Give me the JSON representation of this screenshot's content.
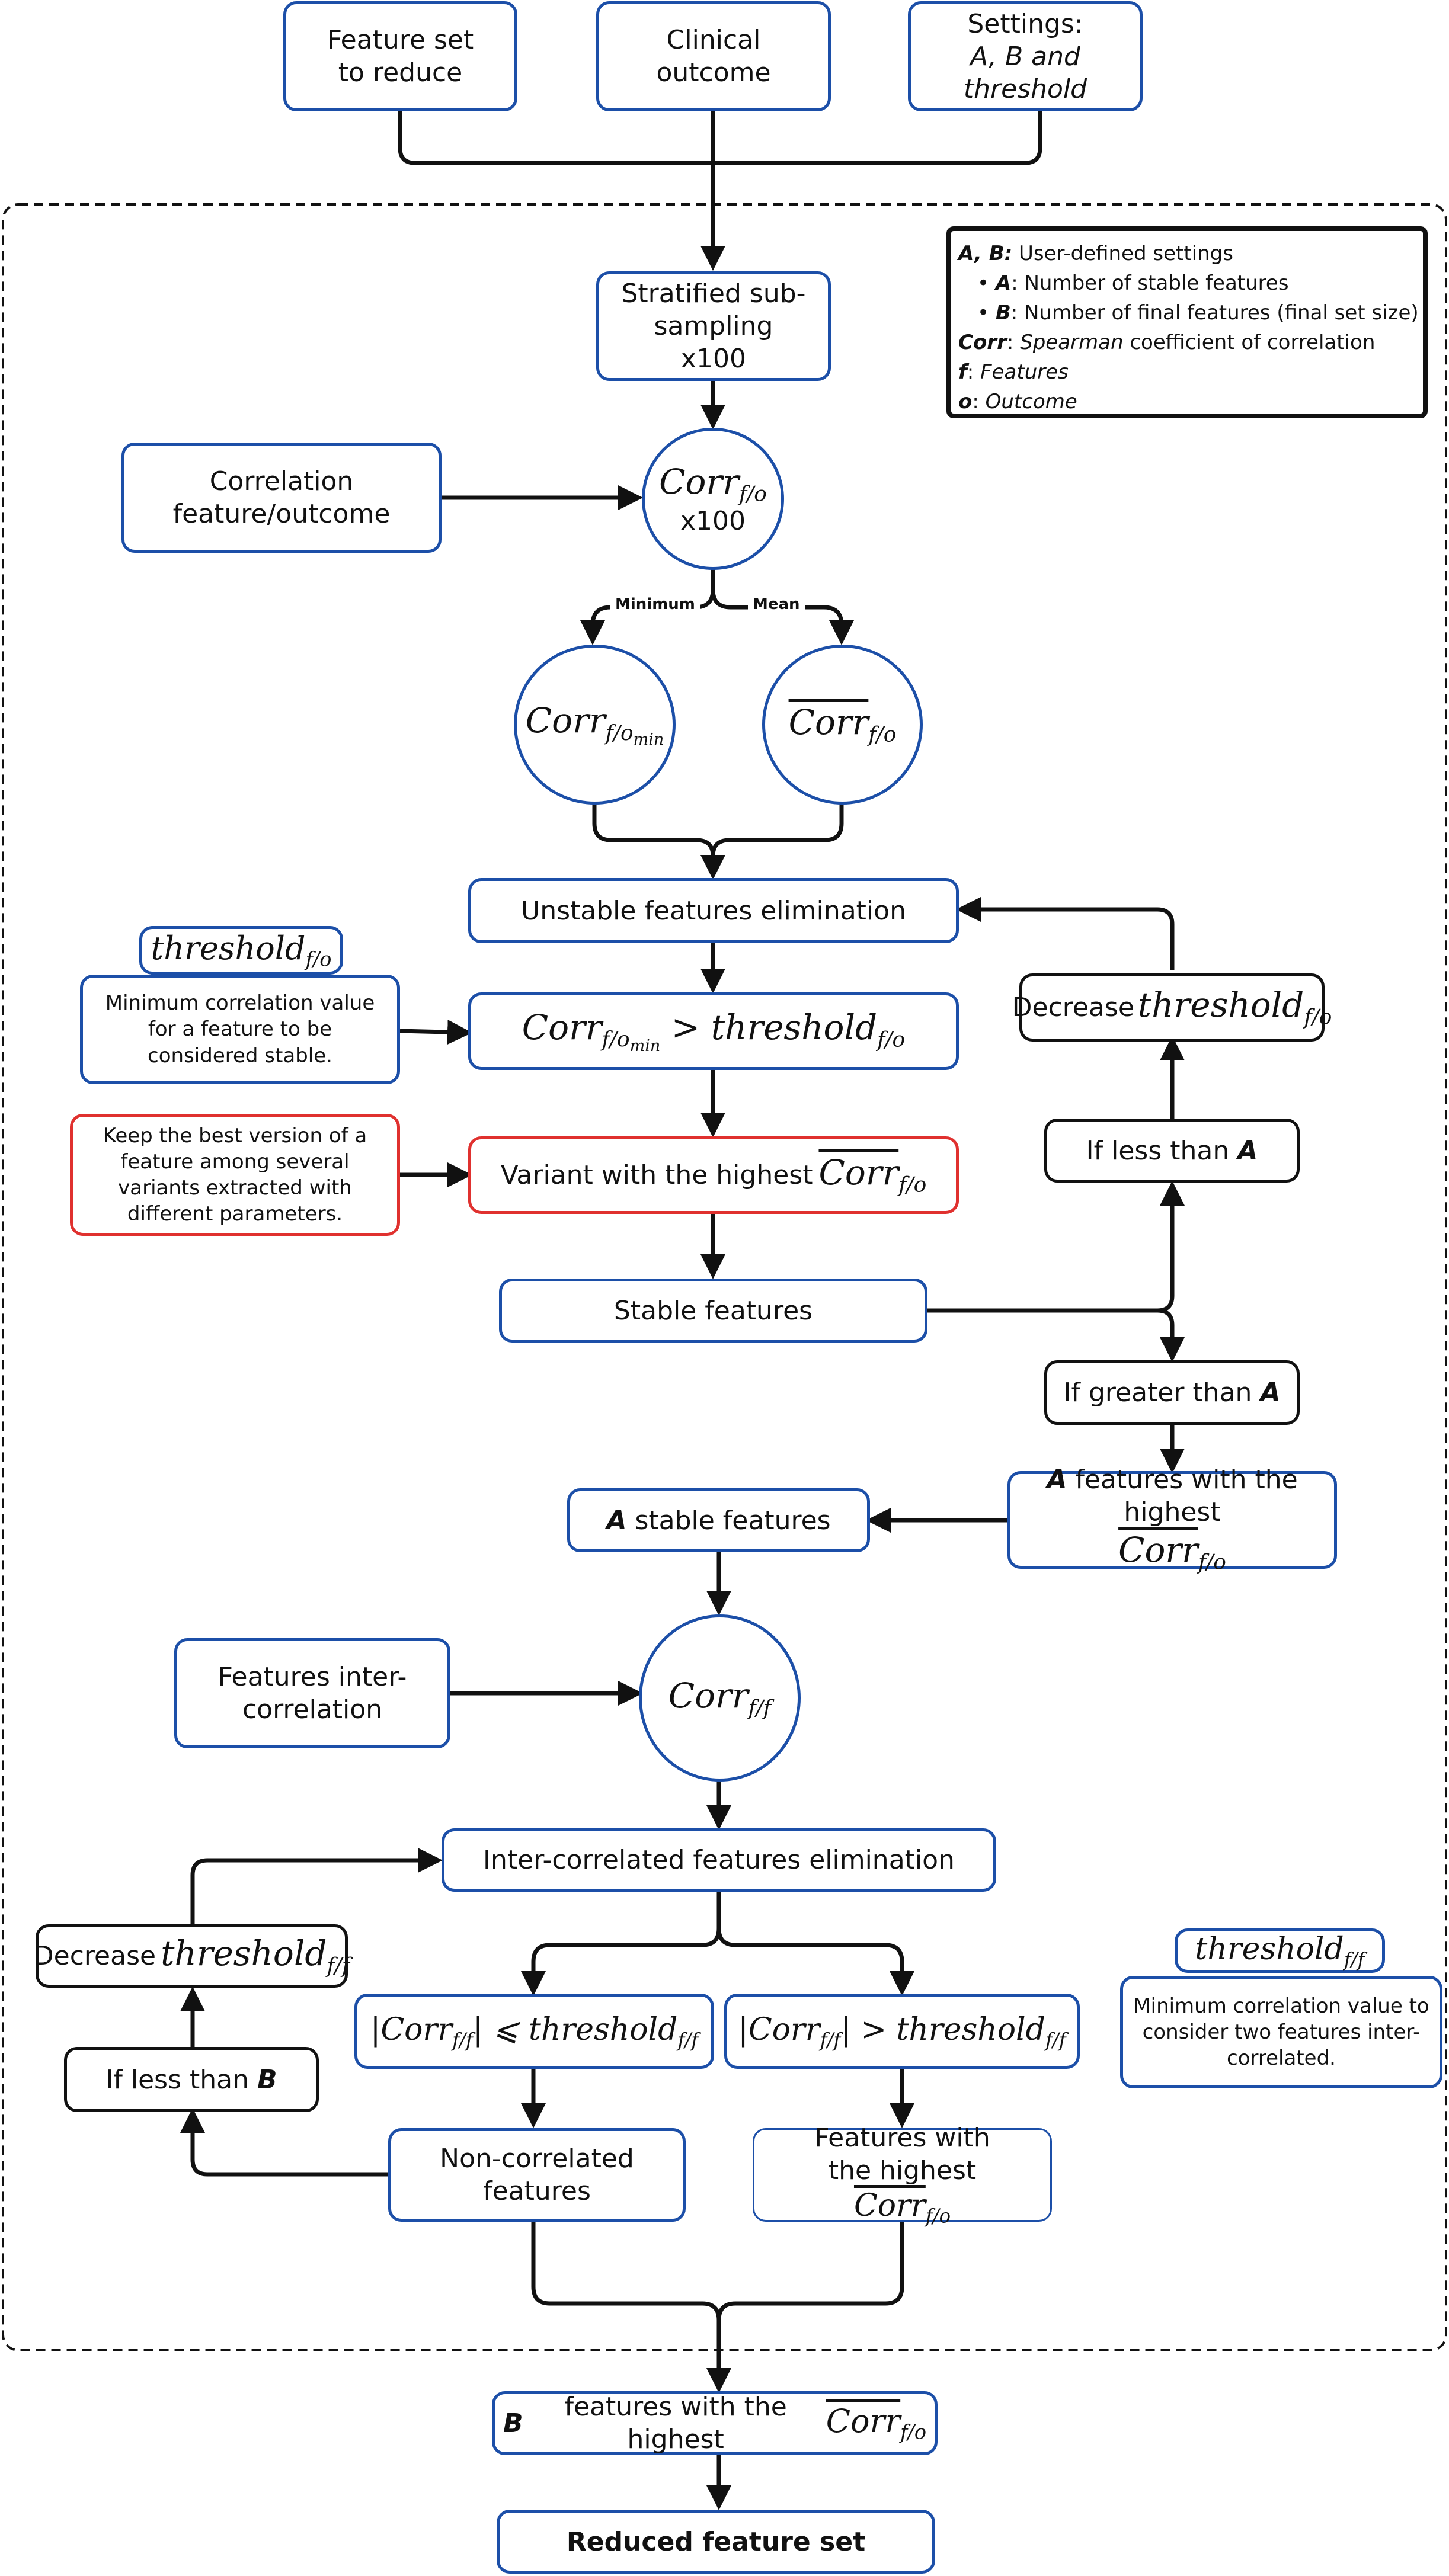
{
  "inputs": {
    "feature_set": "Feature set to reduce",
    "clinical_outcome": "Clinical outcome",
    "settings_line1": "Settings:",
    "settings_line2": "A, B and threshold"
  },
  "legend": {
    "ab_key": "A, B:",
    "ab_desc": "User-defined settings",
    "a_key": "A",
    "a_desc": ": Number of stable features",
    "b_key": "B",
    "b_desc": ": Number of final features (final set size)",
    "corr_key": "Corr",
    "corr_desc_italic": "Spearman",
    "corr_desc_rest": "coefficient of correlation",
    "f_key": "f",
    "f_desc": "Features",
    "o_key": "o",
    "o_desc": "Outcome"
  },
  "math": {
    "corr": "Corr",
    "fo": "f/o",
    "ff": "f/f",
    "fo_min_o": "f/o",
    "min": "min",
    "threshold": "threshold",
    "gt": ">",
    "le": "⩽"
  },
  "nodes": {
    "subsampling": "Stratified sub-sampling x100",
    "corr_fo_input": "Correlation feature/outcome",
    "x100": "x100",
    "minimum_label": "Minimum",
    "mean_label": "Mean",
    "unstable_elim": "Unstable features elimination",
    "threshold_desc": "Minimum correlation value for a feature to be considered stable.",
    "variant_desc": "Keep the best version of a feature among several variants extracted with different parameters.",
    "variant_text": "Variant with the highest",
    "stable_features": "Stable features",
    "decrease": "Decrease",
    "if_less_a_text": "If less than",
    "if_greater_a_text": "If greater than",
    "a_letter": "A",
    "b_letter": "B",
    "a_features_highest_text": "features with the highest",
    "a_stable_text": "stable features",
    "inter_corr_input": "Features inter-correlation",
    "inter_elim": "Inter-correlated features elimination",
    "threshold_ff_desc": "Minimum correlation value to consider two features inter-correlated.",
    "if_less_b_text": "If less than",
    "non_correlated": "Non-correlated features",
    "features_highest_text": "Features with the highest",
    "b_features_highest_text": "features with the highest",
    "reduced": "Reduced feature set"
  }
}
